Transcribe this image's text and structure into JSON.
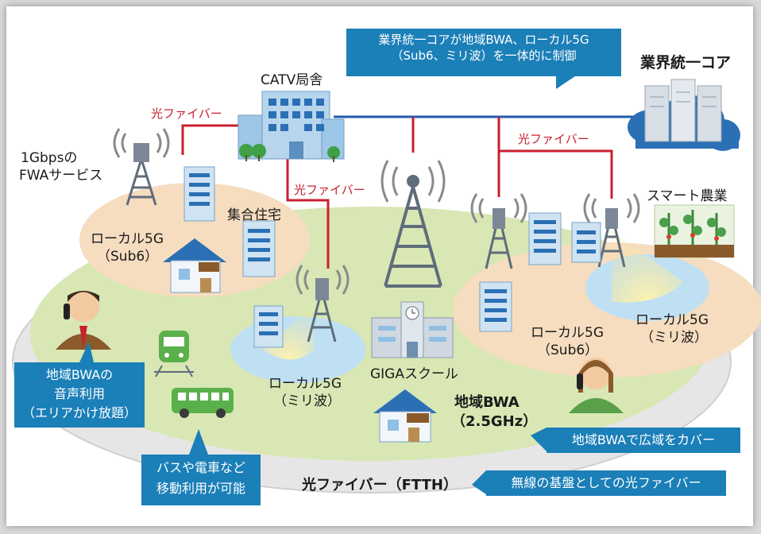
{
  "callouts": {
    "top_line1": "業界統一コアが地域BWA、ローカル5G",
    "top_line2": "（Sub6、ミリ波）を一体的に制御",
    "voice_line1": "地域BWAの",
    "voice_line2": "音声利用",
    "voice_line3": "（エリアかけ放題）",
    "mobile_line1": "バスや電車など",
    "mobile_line2": "移動利用が可能",
    "coverage": "地域BWAで広域をカバー",
    "fiber_base": "無線の基盤としての光ファイバー"
  },
  "labels": {
    "core": "業界統一コア",
    "catv": "CATV局舎",
    "fiber_left": "光ファイバー",
    "fiber_mid": "光ファイバー",
    "fiber_right": "光ファイバー",
    "fwa_line1": "1Gbpsの",
    "fwa_line2": "FWAサービス",
    "apartment": "集合住宅",
    "local5g_sub6_left_1": "ローカル5G",
    "local5g_sub6_left_2": "（Sub6）",
    "local5g_mm_center_1": "ローカル5G",
    "local5g_mm_center_2": "（ミリ波）",
    "giga_school": "GIGAスクール",
    "bwa_1": "地域BWA",
    "bwa_2": "（2.5GHz）",
    "local5g_sub6_right_1": "ローカル5G",
    "local5g_sub6_right_2": "（Sub6）",
    "local5g_mm_right_1": "ローカル5G",
    "local5g_mm_right_2": "（ミリ波）",
    "smart_agri": "スマート農業",
    "ftth": "光ファイバー（FTTH）"
  },
  "colors": {
    "fiber_red": "#c8202f",
    "backbone_blue": "#1f5aa8",
    "callout_blue": "#1b7fb8",
    "ground_green": "#d8e7b4",
    "zone_orange": "#f6ddc0",
    "zone_blue": "#bfe0f3"
  }
}
